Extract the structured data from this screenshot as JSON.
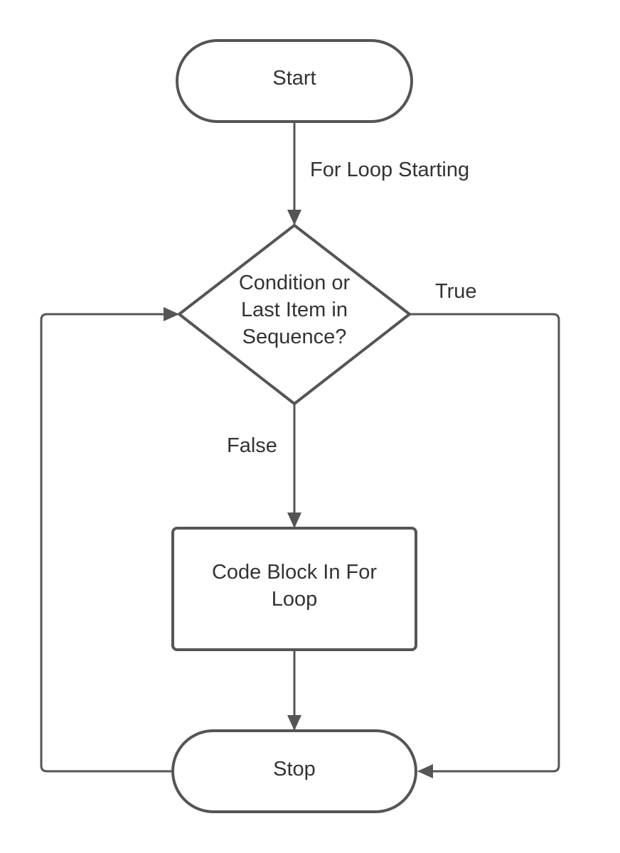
{
  "diagram": {
    "nodes": {
      "start": {
        "label": "Start",
        "shape": "terminator"
      },
      "condition": {
        "line1": "Condition or",
        "line2": "Last Item in",
        "line3": "Sequence?",
        "shape": "decision"
      },
      "code_block": {
        "line1": "Code Block In For",
        "line2": "Loop",
        "shape": "process"
      },
      "stop": {
        "label": "Stop",
        "shape": "terminator"
      }
    },
    "edges": {
      "start_to_condition": {
        "label": "For Loop Starting"
      },
      "condition_true": {
        "label": "True"
      },
      "condition_false": {
        "label": "False"
      },
      "code_to_stop": {
        "label": ""
      },
      "stop_loop_back": {
        "label": ""
      }
    },
    "colors": {
      "stroke": "#555555",
      "text": "#333333",
      "background": "#ffffff"
    }
  }
}
